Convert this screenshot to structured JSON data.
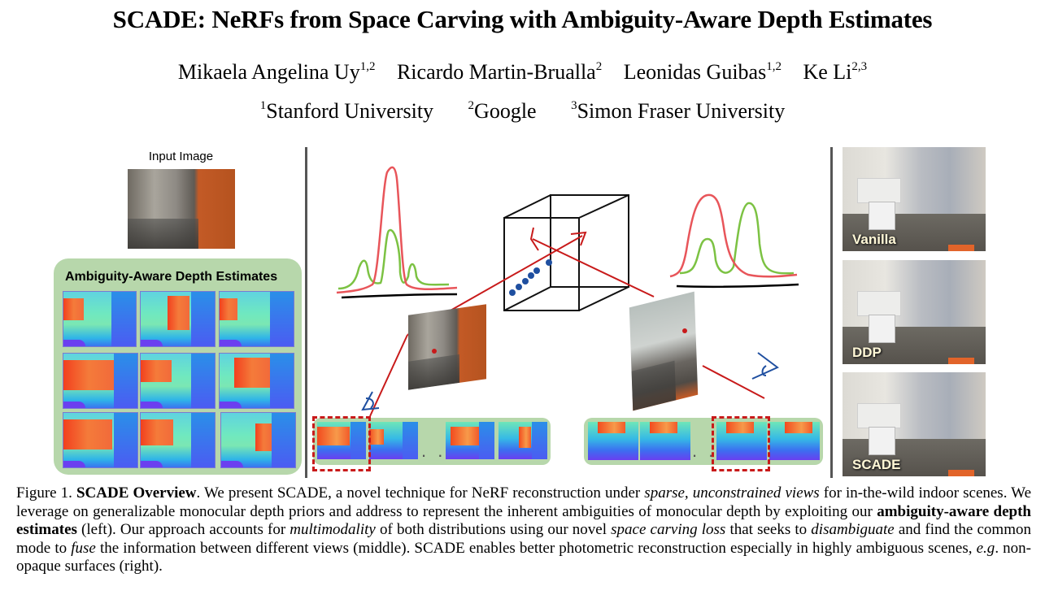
{
  "header": {
    "title": "SCADE: NeRFs from Space Carving with Ambiguity-Aware Depth Estimates",
    "authors": [
      {
        "name": "Mikaela Angelina Uy",
        "affil": "1,2"
      },
      {
        "name": "Ricardo Martin-Brualla",
        "affil": "2"
      },
      {
        "name": "Leonidas Guibas",
        "affil": "1,2"
      },
      {
        "name": "Ke Li",
        "affil": "2,3"
      }
    ],
    "affiliations": [
      {
        "num": "1",
        "name": "Stanford University"
      },
      {
        "num": "2",
        "name": "Google"
      },
      {
        "num": "3",
        "name": "Simon Fraser University"
      }
    ]
  },
  "figure": {
    "left": {
      "input_label": "Input Image",
      "panel_title": "Ambiguity-Aware Depth Estimates",
      "depth_grid": {
        "rows": 3,
        "cols": 3
      }
    },
    "middle": {
      "ellipsis": ". . .",
      "left_strip_count": 4,
      "right_strip_count": 4,
      "curve_colors": {
        "red": "#e8555a",
        "green": "#7cc243",
        "axis": "#000000"
      },
      "ray_color": "#c81a1a",
      "sample_color": "#1f4fa0",
      "strip_bg": "#b7d7ab"
    },
    "right": {
      "labels": [
        "Vanilla",
        "DDP",
        "SCADE"
      ]
    }
  },
  "caption": {
    "fig_label": "Figure 1.",
    "bold_title": "SCADE Overview",
    "s1": ". We present SCADE, a novel technique for NeRF reconstruction under ",
    "i1": "sparse, unconstrained views",
    "s2": " for in-the-wild indoor scenes. We leverage on generalizable monocular depth priors and address to represent the inherent ambiguities of monocular depth by exploiting our ",
    "b2": "ambiguity-aware depth estimates",
    "s3": " (left). Our approach accounts for ",
    "i2": "multimodality",
    "s4": " of both distributions using our novel ",
    "i3": "space carving loss",
    "s5": " that seeks to ",
    "i4": "disambiguate",
    "s6": " and find the common mode to ",
    "i5": "fuse",
    "s7": " the information between different views (middle). SCADE enables better photometric reconstruction especially in highly ambiguous scenes, ",
    "i6": "e.g",
    "s8": ". non-opaque surfaces (right)."
  }
}
